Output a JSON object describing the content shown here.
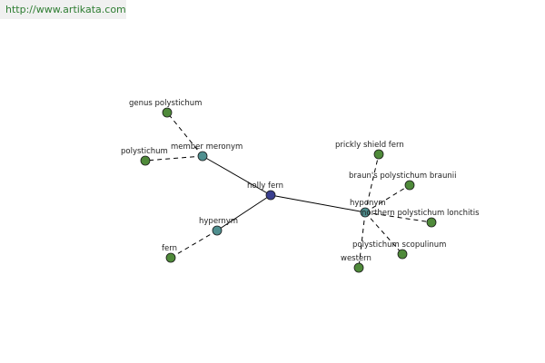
{
  "banner": {
    "url": "http://www.artikata.com"
  },
  "colors": {
    "center": "#3a3f8f",
    "relation": "#4f8f8f",
    "leaf": "#4f8a3a"
  },
  "nodes": [
    {
      "id": "holly-fern",
      "label": "holly fern",
      "kind": "center"
    },
    {
      "id": "member-meronym",
      "label": "member meronym",
      "kind": "relation"
    },
    {
      "id": "hypernym",
      "label": "hypernym",
      "kind": "relation"
    },
    {
      "id": "hyponym",
      "label": "hyponym",
      "kind": "relation"
    },
    {
      "id": "genus-polystichum",
      "label": "genus polystichum",
      "kind": "leaf"
    },
    {
      "id": "polystichum",
      "label": "polystichum",
      "kind": "leaf"
    },
    {
      "id": "fern",
      "label": "fern",
      "kind": "leaf"
    },
    {
      "id": "prickly-shield-fern",
      "label": "prickly shield fern",
      "kind": "leaf"
    },
    {
      "id": "brauns-polystichum",
      "label": "braun's polystichum braunii",
      "kind": "leaf"
    },
    {
      "id": "northern-polystichum",
      "label": "northern polystichum lonchitis",
      "kind": "leaf"
    },
    {
      "id": "polystichum-scopulinum",
      "label": "polystichum scopulinum",
      "kind": "leaf"
    },
    {
      "id": "western",
      "label": "western",
      "kind": "leaf"
    }
  ],
  "edges": [
    {
      "from": "holly-fern",
      "to": "member-meronym",
      "style": "solid"
    },
    {
      "from": "holly-fern",
      "to": "hypernym",
      "style": "solid"
    },
    {
      "from": "holly-fern",
      "to": "hyponym",
      "style": "solid"
    },
    {
      "from": "member-meronym",
      "to": "genus-polystichum",
      "style": "dashed"
    },
    {
      "from": "member-meronym",
      "to": "polystichum",
      "style": "dashed"
    },
    {
      "from": "hypernym",
      "to": "fern",
      "style": "dashed"
    },
    {
      "from": "hyponym",
      "to": "prickly-shield-fern",
      "style": "dashed"
    },
    {
      "from": "hyponym",
      "to": "brauns-polystichum",
      "style": "dashed"
    },
    {
      "from": "hyponym",
      "to": "northern-polystichum",
      "style": "dashed"
    },
    {
      "from": "hyponym",
      "to": "polystichum-scopulinum",
      "style": "dashed"
    },
    {
      "from": "hyponym",
      "to": "western",
      "style": "dashed"
    }
  ]
}
